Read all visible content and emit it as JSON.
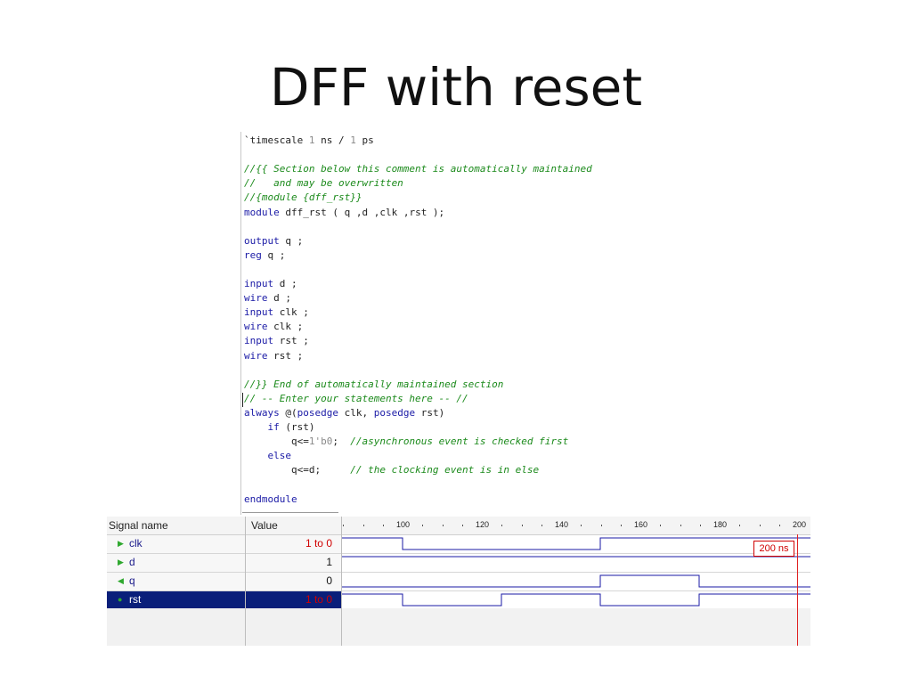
{
  "slide": {
    "title": "DFF with reset"
  },
  "code": {
    "lines": [
      [
        {
          "t": "`timescale ",
          "c": ""
        },
        {
          "t": "1",
          "c": "num"
        },
        {
          "t": " ns / ",
          "c": ""
        },
        {
          "t": "1",
          "c": "num"
        },
        {
          "t": " ps",
          "c": ""
        }
      ],
      [],
      [
        {
          "t": "//{{ Section below this comment is automatically maintained",
          "c": "cm"
        }
      ],
      [
        {
          "t": "//   and may be overwritten",
          "c": "cm"
        }
      ],
      [
        {
          "t": "//{module {dff_rst}}",
          "c": "cm"
        }
      ],
      [
        {
          "t": "module",
          "c": "kw"
        },
        {
          "t": " dff_rst ( q ,d ,clk ,rst );",
          "c": ""
        }
      ],
      [],
      [
        {
          "t": "output",
          "c": "kw"
        },
        {
          "t": " q ;",
          "c": ""
        }
      ],
      [
        {
          "t": "reg",
          "c": "kw"
        },
        {
          "t": " q ;",
          "c": ""
        }
      ],
      [],
      [
        {
          "t": "input",
          "c": "kw"
        },
        {
          "t": " d ;",
          "c": ""
        }
      ],
      [
        {
          "t": "wire",
          "c": "kw"
        },
        {
          "t": " d ;",
          "c": ""
        }
      ],
      [
        {
          "t": "input",
          "c": "kw"
        },
        {
          "t": " clk ;",
          "c": ""
        }
      ],
      [
        {
          "t": "wire",
          "c": "kw"
        },
        {
          "t": " clk ;",
          "c": ""
        }
      ],
      [
        {
          "t": "input",
          "c": "kw"
        },
        {
          "t": " rst ;",
          "c": ""
        }
      ],
      [
        {
          "t": "wire",
          "c": "kw"
        },
        {
          "t": " rst ;",
          "c": ""
        }
      ],
      [],
      [
        {
          "t": "//}} End of automatically maintained section",
          "c": "cm"
        }
      ],
      [
        {
          "t": "// -- Enter your statements here -- //",
          "c": "cm"
        }
      ],
      [
        {
          "t": "always",
          "c": "kw"
        },
        {
          "t": " @(",
          "c": ""
        },
        {
          "t": "posedge",
          "c": "kw"
        },
        {
          "t": " clk, ",
          "c": ""
        },
        {
          "t": "posedge",
          "c": "kw"
        },
        {
          "t": " rst)",
          "c": ""
        }
      ],
      [
        {
          "t": "    ",
          "c": ""
        },
        {
          "t": "if",
          "c": "kw"
        },
        {
          "t": " (rst)",
          "c": ""
        }
      ],
      [
        {
          "t": "        q<=",
          "c": ""
        },
        {
          "t": "1'b0",
          "c": "num"
        },
        {
          "t": ";  ",
          "c": ""
        },
        {
          "t": "//asynchronous event is checked first",
          "c": "cm"
        }
      ],
      [
        {
          "t": "    ",
          "c": ""
        },
        {
          "t": "else",
          "c": "kw"
        }
      ],
      [
        {
          "t": "        q<=d;     ",
          "c": ""
        },
        {
          "t": "// the clocking event is in else",
          "c": "cm"
        }
      ],
      [],
      [
        {
          "t": "endmodule",
          "c": "kw"
        }
      ]
    ]
  },
  "waveform": {
    "header": {
      "name_label": "Signal name",
      "value_label": "Value"
    },
    "ticks": [
      "100",
      "120",
      "140",
      "160",
      "180",
      "200"
    ],
    "signals": [
      {
        "name": "clk",
        "value": "1 to 0",
        "icon": "input-arrow-icon"
      },
      {
        "name": "d",
        "value": "1",
        "icon": "input-arrow-icon"
      },
      {
        "name": "q",
        "value": "0",
        "icon": "output-arrow-icon"
      },
      {
        "name": "rst",
        "value": "1 to 0",
        "icon": "input-dot-icon"
      }
    ],
    "cursor": {
      "label": "200 ns"
    },
    "colors": {
      "wave": "#1a1aa6",
      "cursor": "#e02020",
      "selected_row": "#0a1f7a",
      "changed_value": "#d00000"
    }
  }
}
